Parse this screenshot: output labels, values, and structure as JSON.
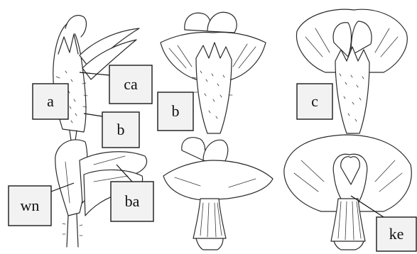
{
  "labels": {
    "a": "a",
    "ca": "ca",
    "b_left": "b",
    "b_mid": "b",
    "c": "c",
    "wn": "wn",
    "ba": "ba",
    "ke": "ke"
  },
  "colors": {
    "ink": "#2a2a2a",
    "label_fill": "#f2f2f2",
    "background": "#ffffff"
  }
}
